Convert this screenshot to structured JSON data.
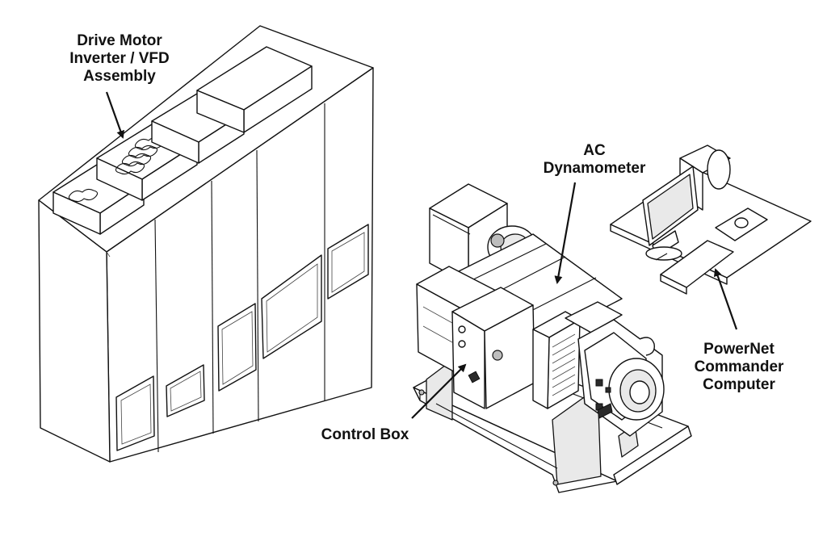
{
  "labels": {
    "vfd": [
      "Drive Motor",
      "Inverter / VFD",
      "Assembly"
    ],
    "dyno": [
      "AC",
      "Dynamometer"
    ],
    "computer": [
      "PowerNet",
      "Commander",
      "Computer"
    ],
    "control_box": "Control Box"
  }
}
